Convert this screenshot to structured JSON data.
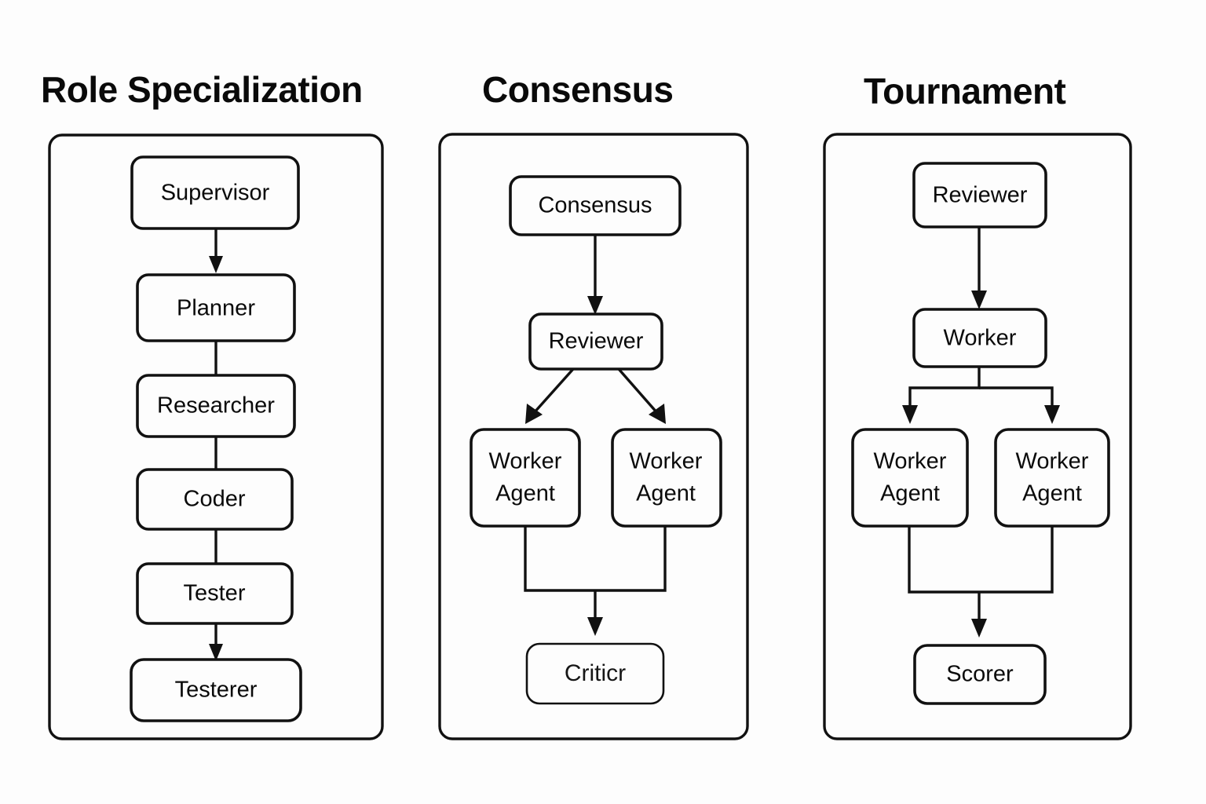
{
  "figure": {
    "background_color": "#fdfdfd",
    "line_color": "#111111",
    "box_fill": "#fdfdfd",
    "panel_count": 3
  },
  "panels": [
    {
      "id": "role-specialization",
      "title": "Role Specialization",
      "layout": "linear-chain",
      "nodes": [
        {
          "id": "supervisor",
          "label": "Supervisor"
        },
        {
          "id": "planner",
          "label": "Planner"
        },
        {
          "id": "researcher",
          "label": "Researcher"
        },
        {
          "id": "coder",
          "label": "Coder"
        },
        {
          "id": "tester",
          "label": "Tester"
        },
        {
          "id": "testerer",
          "label": "Testerer"
        }
      ],
      "edges": [
        {
          "from": "supervisor",
          "to": "planner",
          "arrow": true
        },
        {
          "from": "planner",
          "to": "researcher",
          "arrow": false
        },
        {
          "from": "researcher",
          "to": "coder",
          "arrow": false
        },
        {
          "from": "coder",
          "to": "tester",
          "arrow": false
        },
        {
          "from": "tester",
          "to": "testerer",
          "arrow": true
        }
      ]
    },
    {
      "id": "consensus",
      "title": "Consensus",
      "layout": "fan-out-diagonal-then-merge",
      "nodes": [
        {
          "id": "consensus",
          "label": "Consensus"
        },
        {
          "id": "reviewer",
          "label": "Reviewer"
        },
        {
          "id": "worker-left",
          "label": "Worker Agent"
        },
        {
          "id": "worker-right",
          "label": "Worker Agent"
        },
        {
          "id": "criticr",
          "label": "Criticr"
        }
      ],
      "edges": [
        {
          "from": "consensus",
          "to": "reviewer",
          "arrow": true
        },
        {
          "from": "reviewer",
          "to": "worker-left",
          "arrow": true
        },
        {
          "from": "reviewer",
          "to": "worker-right",
          "arrow": true
        },
        {
          "from": "worker-left",
          "to": "criticr",
          "arrow": true
        },
        {
          "from": "worker-right",
          "to": "criticr",
          "arrow": true
        }
      ]
    },
    {
      "id": "tournament",
      "title": "Tournament",
      "layout": "fan-out-orthogonal-then-merge",
      "nodes": [
        {
          "id": "reviewer",
          "label": "Reviewer"
        },
        {
          "id": "worker",
          "label": "Worker"
        },
        {
          "id": "worker-left",
          "label": "Worker Agent"
        },
        {
          "id": "worker-right",
          "label": "Worker Agent"
        },
        {
          "id": "scorer",
          "label": "Scorer"
        }
      ],
      "edges": [
        {
          "from": "reviewer",
          "to": "worker",
          "arrow": true
        },
        {
          "from": "worker",
          "to": "worker-left",
          "arrow": true
        },
        {
          "from": "worker",
          "to": "worker-right",
          "arrow": true
        },
        {
          "from": "worker-left",
          "to": "scorer",
          "arrow": true
        },
        {
          "from": "worker-right",
          "to": "scorer",
          "arrow": true
        }
      ]
    }
  ]
}
